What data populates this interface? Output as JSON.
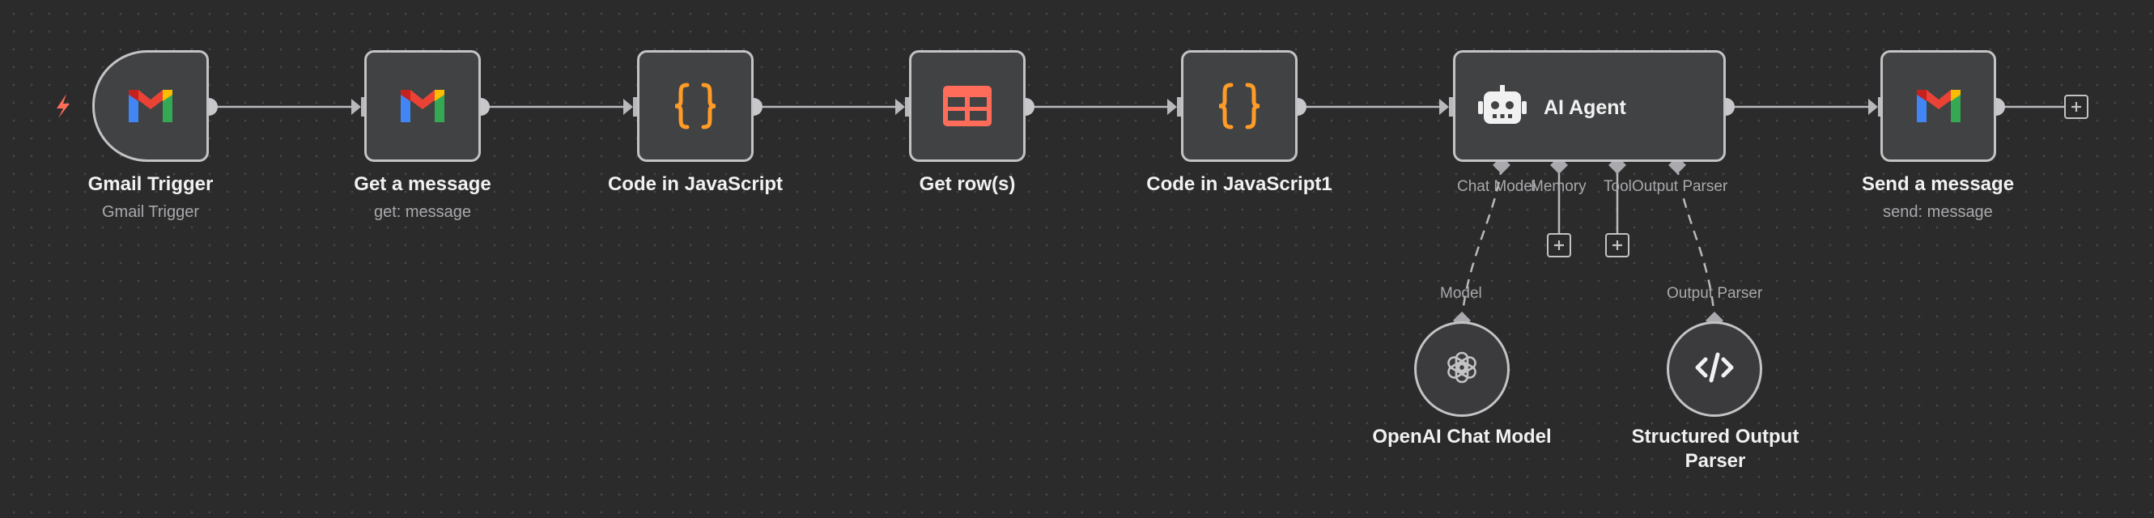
{
  "workflow": {
    "nodes": [
      {
        "label": "Gmail Trigger",
        "subtitle": "Gmail Trigger",
        "icon": "gmail-icon"
      },
      {
        "label": "Get a message",
        "subtitle": "get: message",
        "icon": "gmail-icon"
      },
      {
        "label": "Code in JavaScript",
        "subtitle": "",
        "icon": "code-braces-icon"
      },
      {
        "label": "Get row(s)",
        "subtitle": "",
        "icon": "table-icon"
      },
      {
        "label": "Code in JavaScript1",
        "subtitle": "",
        "icon": "code-braces-icon"
      },
      {
        "label": "AI Agent",
        "subtitle": "",
        "icon": "robot-icon"
      },
      {
        "label": "Send a message",
        "subtitle": "send: message",
        "icon": "gmail-icon"
      }
    ],
    "agent_ports": [
      "Chat Model",
      "Memory",
      "Tool",
      "Output Parser"
    ],
    "sub_nodes": [
      {
        "label": "OpenAI Chat Model",
        "port_label": "Model",
        "icon": "openai-icon"
      },
      {
        "label": "Structured Output Parser",
        "port_label": "Output Parser",
        "icon": "code-tag-icon"
      }
    ]
  },
  "colors": {
    "background": "#2b2b2b",
    "node_fill": "#414244",
    "node_border": "#c3c3c6",
    "trigger_bolt": "#ff6d5a",
    "code_icon": "#ff9b26",
    "table_icon": "#ff6d5a",
    "gmail_red": "#ea4335",
    "gmail_blue": "#4285f4",
    "gmail_green": "#34a853",
    "gmail_yellow": "#fbbc04"
  }
}
